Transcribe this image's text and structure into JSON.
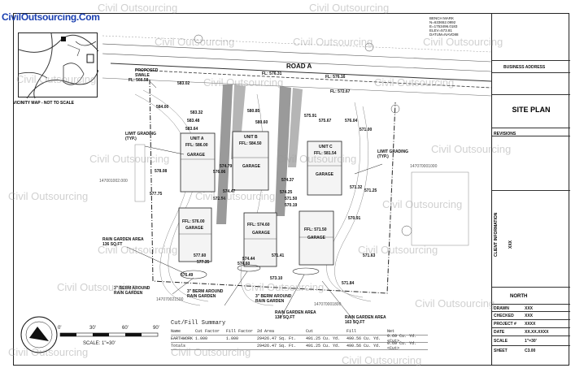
{
  "logo": "CivilOutsourcing.Com",
  "watermark": "Civil Outsourcing",
  "vicinity_caption": "VICINITY MAP - NOT TO SCALE",
  "road": "ROAD A",
  "labels": {
    "proposed_swale": "PROPOSED\nSWALE",
    "limit_grading_left": "LIMIT GRADING\n(TYP.)",
    "limit_grading_right": "LIMIT GRADING\n(TYP.)",
    "rain_garden_left": "RAIN GARDEN AREA\n136 SQ.FT",
    "rain_garden_center": "RAIN GARDEN AREA\n138 SQ.FT",
    "rain_garden_right": "RAIN GARDEN AREA\n163 SQ.FT",
    "berm_left": "3\" BERM AROUND\nRAIN GARDEN",
    "berm_center_left": "3\" BERM AROUND\nRAIN GARDEN",
    "berm_center_right": "3\" BERM AROUND\nRAIN GARDEN",
    "bench_mark": "BENCH MARK\nN=633652.0892\nE=1753496.0183\nELEV=573.81\nDATUM=NAVD88",
    "fl_left": "FL: 566.58",
    "fl_road": "FL: 576.31",
    "fl_road_right": "FL: 576.16",
    "fl_top_right": "FL: 572.67",
    "elevations": [
      "583.02",
      "584.00",
      "583.32",
      "583.48",
      "583.64",
      "580.85",
      "580.60",
      "578.08",
      "577.75",
      "576.06",
      "574.79",
      "574.47",
      "572.54",
      "576.49",
      "577.60",
      "577.35",
      "575.91",
      "575.67",
      "576.04",
      "571.00",
      "571.32",
      "571.25",
      "570.91",
      "571.63",
      "574.37",
      "574.25",
      "571.50",
      "570.19",
      "574.44",
      "574.60",
      "573.10",
      "571.41",
      "571.84"
    ],
    "unit_a": "UNIT A",
    "unit_b": "UNIT B",
    "unit_c": "UNIT C",
    "ffl_a": "FFL: 586.00",
    "ffl_b": "FFL: 584.50",
    "ffl_c": "FFL: 581.54",
    "ffl_d": "FFL: 576.00",
    "ffl_e": "FFL: 574.60",
    "ffl_f": "FFL: 571.50",
    "garage": "GARAGE",
    "side": "147001002.000",
    "side2": "147070001000",
    "side3": "147070021500",
    "side4": "147070001800"
  },
  "scale": {
    "ticks": [
      "0'",
      "30'",
      "60'",
      "90'"
    ],
    "caption": "SCALE: 1\"=30'"
  },
  "cutfill": {
    "title": "Cut/Fill Summary",
    "headers": [
      "Name",
      "Cut Factor",
      "Fill Factor",
      "2d Area",
      "Cut",
      "Fill",
      "Net"
    ],
    "rows": [
      [
        "EARTHWORK",
        "1.000",
        "1.000",
        "29426.47 Sq. Ft.",
        "491.25 Cu. Yd.",
        "490.56 Cu. Yd.",
        "0.69 Cu. Yd.<Cut>"
      ],
      [
        "Totals",
        "",
        "",
        "29426.47 Sq. Ft.",
        "491.25 Cu. Yd.",
        "490.56 Cu. Yd.",
        "0.69 Cu. Yd.<Cut>"
      ]
    ]
  },
  "titleblock": {
    "business_address": "BUSINESS ADDRESS",
    "title": "SITE PLAN",
    "revisions": "REVISIONS",
    "client_information": "CLIENT INFORMATION",
    "client_value": "XXX",
    "north": "NORTH",
    "rows": [
      {
        "label": "DRAWN",
        "value": "XXX"
      },
      {
        "label": "CHECKED",
        "value": "XXX"
      },
      {
        "label": "PROJECT #",
        "value": "XXXX"
      },
      {
        "label": "DATE",
        "value": "XX.XX.XXXX"
      },
      {
        "label": "SCALE",
        "value": "1\"=30'"
      },
      {
        "label": "SHEET",
        "value": "C3.00"
      }
    ]
  }
}
